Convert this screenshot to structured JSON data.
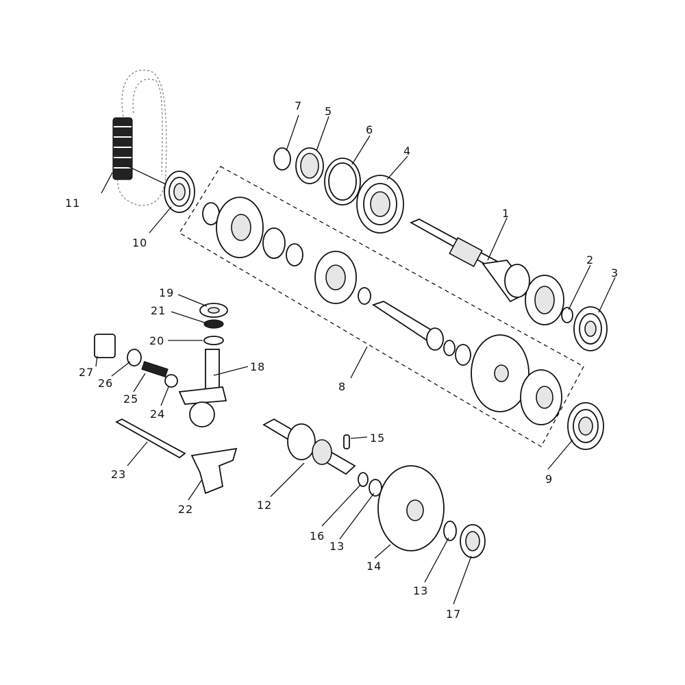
{
  "callouts": {
    "c1": "1",
    "c2": "2",
    "c3": "3",
    "c4": "4",
    "c5": "5",
    "c6": "6",
    "c7": "7",
    "c8": "8",
    "c9": "9",
    "c10": "10",
    "c11": "11",
    "c12": "12",
    "c13a": "13",
    "c13b": "13",
    "c14": "14",
    "c15": "15",
    "c16": "16",
    "c17": "17",
    "c18": "18",
    "c19": "19",
    "c20": "20",
    "c21": "21",
    "c22": "22",
    "c23": "23",
    "c24": "24",
    "c25": "25",
    "c26": "26",
    "c27": "27"
  },
  "colors": {
    "ink": "#111111",
    "paper": "#ffffff",
    "shade": "#e6e6e6"
  }
}
